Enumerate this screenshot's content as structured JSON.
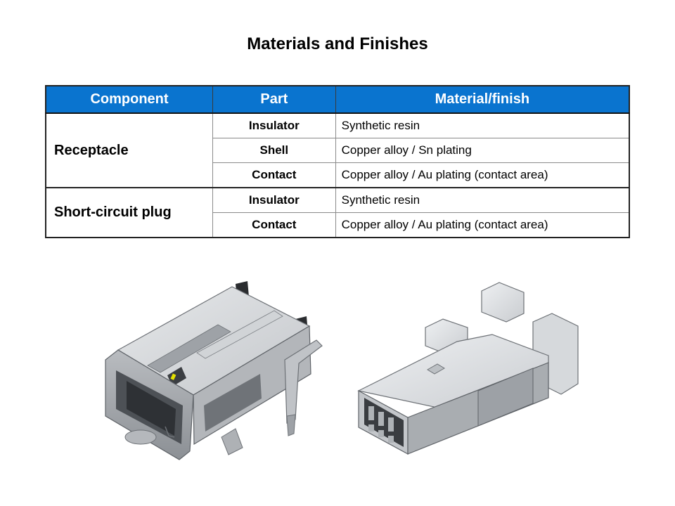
{
  "page": {
    "title": "Materials and Finishes"
  },
  "table": {
    "headers": [
      "Component",
      "Part",
      "Material/finish"
    ],
    "groups": [
      {
        "component": "Receptacle",
        "rows": [
          {
            "part": "Insulator",
            "material": "Synthetic resin"
          },
          {
            "part": "Shell",
            "material": "Copper alloy / Sn plating"
          },
          {
            "part": "Contact",
            "material": "Copper alloy / Au plating (contact area)"
          }
        ]
      },
      {
        "component": "Short-circuit plug",
        "rows": [
          {
            "part": "Insulator",
            "material": "Synthetic resin"
          },
          {
            "part": "Contact",
            "material": "Copper alloy / Au plating (contact area)"
          }
        ]
      }
    ]
  },
  "colors": {
    "header_bg": "#0a74cf",
    "header_text": "#ffffff"
  }
}
